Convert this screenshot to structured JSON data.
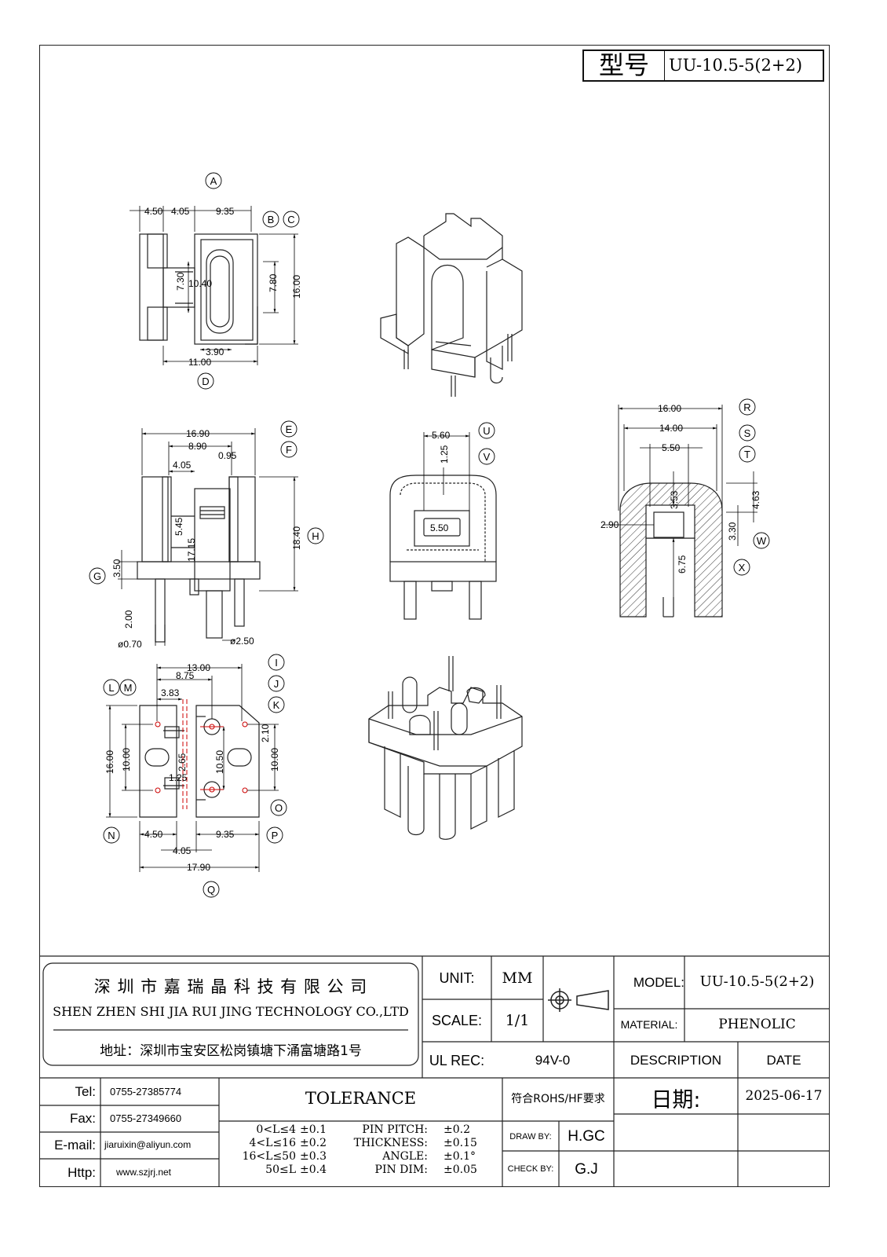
{
  "header": {
    "model_label": "型号",
    "model_value": "UU-10.5-5(2+2)"
  },
  "dims": {
    "top_view": [
      "4.50",
      "4.05",
      "9.35",
      "7.30",
      "10.40",
      "7.80",
      "16.00",
      "3.90",
      "11.00"
    ],
    "side_view": [
      "16.90",
      "8.90",
      "0.95",
      "4.05",
      "5.45",
      "17.15",
      "18.40",
      "3.50",
      "2.00",
      "ø0.70",
      "ø2.50"
    ],
    "front_view": [
      "5.60",
      "1.25",
      "5.50"
    ],
    "section_view": [
      "16.00",
      "14.00",
      "5.50",
      "3.53",
      "4.63",
      "2.90",
      "3.30",
      "6.75"
    ],
    "bottom_view": [
      "13.00",
      "8.75",
      "3.83",
      "2.10",
      "16.00",
      "10.00",
      "2.65",
      "10.50",
      "10.00",
      "1.25",
      "4.50",
      "9.35",
      "4.05",
      "17.90"
    ]
  },
  "balloons": {
    "A": "A",
    "B": "B",
    "C": "C",
    "D": "D",
    "E": "E",
    "F": "F",
    "G": "G",
    "H": "H",
    "I": "I",
    "J": "J",
    "K": "K",
    "L": "L",
    "M": "M",
    "N": "N",
    "O": "O",
    "P": "P",
    "Q": "Q",
    "R": "R",
    "S": "S",
    "T": "T",
    "U": "U",
    "V": "V",
    "W": "W",
    "X": "X"
  },
  "company": {
    "name_cn": "深 圳 市 嘉 瑞 晶 科 技 有 限 公 司",
    "name_en": "SHEN ZHEN SHI   JIA RUI JING   TECHNOLOGY CO.,LTD",
    "address": "地址：深圳市宝安区松岗镇塘下涌富塘路1号"
  },
  "title_block": {
    "unit_label": "UNIT:",
    "unit_value": "MM",
    "scale_label": "SCALE:",
    "scale_value": "1/1",
    "ul_label": "UL REC:",
    "ul_value": "94V-0",
    "model_label": "MODEL:",
    "model_value": "UU-10.5-5(2+2)",
    "material_label": "MATERIAL:",
    "material_value": "PHENOLIC",
    "description_label": "DESCRIPTION",
    "date_label": "DATE",
    "rohs": "符合ROHS/HF要求",
    "date_cn_label": "日期:",
    "date_value": "2025-06-17",
    "draw_label": "DRAW BY:",
    "draw_value": "H.GC",
    "check_label": "CHECK BY:",
    "check_value": "G.J"
  },
  "contact": {
    "tel_label": "Tel:",
    "tel": "0755-27385774",
    "fax_label": "Fax:",
    "fax": "0755-27349660",
    "email_label": "E-mail:",
    "email": "jiaruixin@aliyun.com",
    "http_label": "Http:",
    "http": "www.szjrj.net"
  },
  "tolerance": {
    "title": "TOLERANCE",
    "ranges": [
      "0<L≤4",
      "4<L≤16",
      "16<L≤50",
      "50≤L"
    ],
    "range_vals": [
      "±0.1",
      "±0.2",
      "±0.3",
      "±0.4"
    ],
    "items": [
      "PIN PITCH:",
      "THICKNESS:",
      "ANGLE:",
      "PIN DIM:"
    ],
    "item_vals": [
      "±0.2",
      "±0.15",
      "±0.1°",
      "±0.05"
    ]
  }
}
